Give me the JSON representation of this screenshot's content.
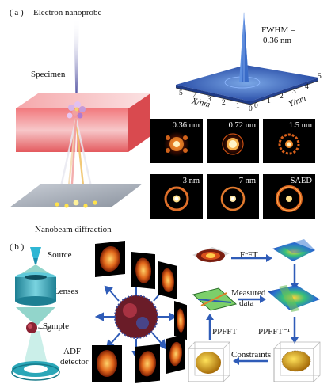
{
  "panel_a": {
    "tag": "( a )",
    "probe_label": "Electron nanoprobe",
    "specimen_label": "Specimen",
    "diffraction_label": "Nanobeam diffraction",
    "fwhm_label": "FWHM =",
    "fwhm_value": "0.36 nm",
    "x_axis_label": "X/nm",
    "y_axis_label": "Y/nm",
    "x_ticks": [
      "5",
      "4",
      "3",
      "2",
      "1",
      "0"
    ],
    "y_ticks": [
      "0",
      "1",
      "2",
      "3",
      "4",
      "5"
    ],
    "tiles": [
      "0.36 nm",
      "0.72 nm",
      "1.5 nm",
      "3 nm",
      "7 nm",
      "SAED"
    ]
  },
  "panel_b": {
    "tag": "( b )",
    "source_label": "Source",
    "lenses_label": "Lenses",
    "sample_label": "Sample",
    "adf_label": "ADF",
    "detector_label": "detector",
    "frft_label": "FrFT",
    "measured_label": "Measured",
    "data_label": "data",
    "ppfft_label": "PPFFT",
    "ppfft_inv_label": "PPFFT⁻¹",
    "constraints_label": "Constraints"
  },
  "colors": {
    "specimen_red": "#e8595e",
    "beam_blue": "#4a4aa0",
    "lens_teal": "#2a9aa8",
    "diffraction_orange": "#f08a2a",
    "reconstruction_gold": "#d8a820"
  }
}
